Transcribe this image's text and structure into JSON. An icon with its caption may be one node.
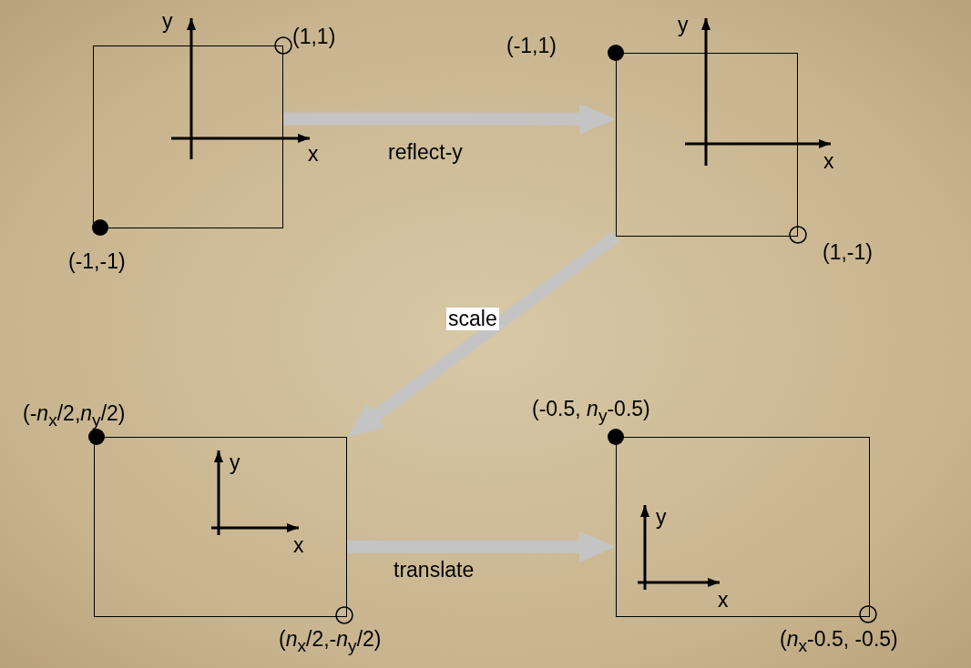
{
  "diagram": {
    "nodes": [
      {
        "text": [],
        "shape": "box",
        "beside": [
          "(1,1)",
          "(-1,-1)"
        ]
      },
      {
        "text": [],
        "shape": "box",
        "beside": [
          "(-1,1)",
          "(1,-1)"
        ]
      },
      {
        "text": [],
        "shape": "box",
        "beside": [
          "(-*n*$_{x}$/2,*n*$_{y}$/2)",
          "(*n*$_{x}$/2,-*n*$_{y}$/2)"
        ]
      },
      {
        "text": [],
        "shape": "box",
        "beside": [
          "(-0.5, *n*$_{y}$-0.5)",
          "(*n*$_{x}$-0.5, -0.5)"
        ]
      }
    ],
    "edges": [
      {
        "from": 0,
        "to": 1,
        "arrow": "to",
        "label": "reflect-y"
      },
      {
        "from": 1,
        "to": 2,
        "arrow": "to",
        "label": "scale"
      },
      {
        "from": 2,
        "to": 3,
        "arrow": "to",
        "label": "translate"
      }
    ],
    "labels": [
      "y",
      "x",
      "y",
      "x",
      "y",
      "x",
      "y",
      "x"
    ]
  }
}
